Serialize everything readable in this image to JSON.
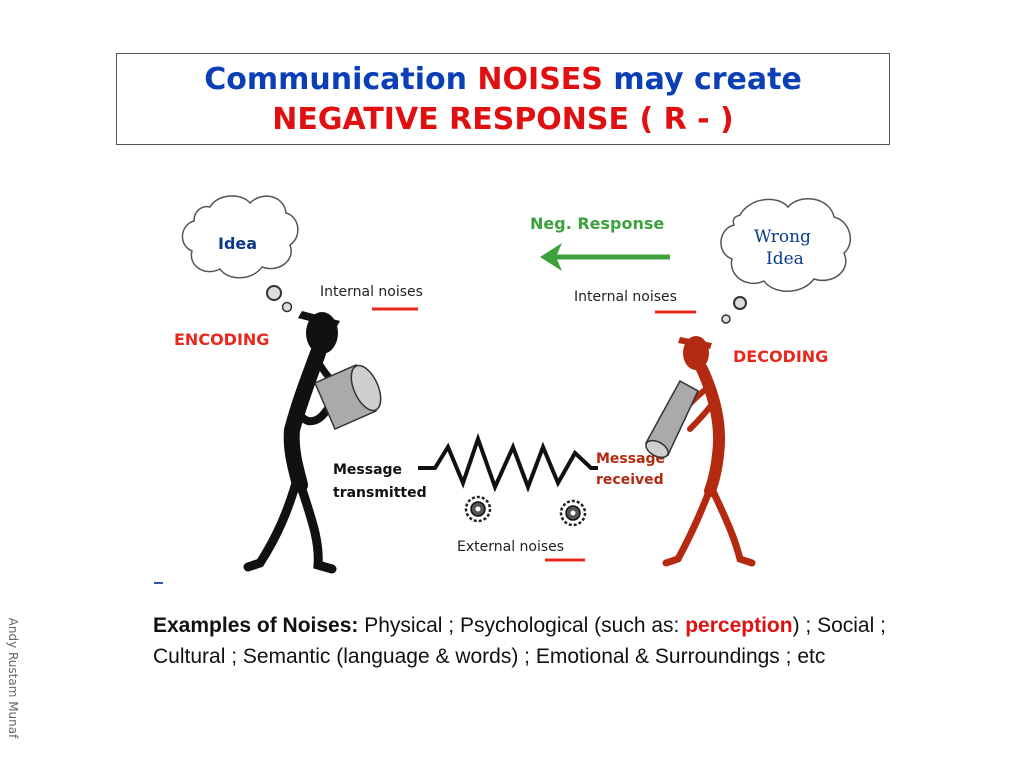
{
  "title": {
    "part1": "Communication",
    "part2": "NOISES",
    "part3": "may create",
    "line2": "NEGATIVE RESPONSE ( R - )"
  },
  "diagram": {
    "idea": "Idea",
    "wrong_idea_line1": "Wrong",
    "wrong_idea_line2": "Idea",
    "neg_response": "Neg. Response",
    "internal_noises_left": "Internal noises",
    "internal_noises_right": "Internal noises",
    "encoding": "ENCODING",
    "decoding": "DECODING",
    "message_transmitted_line1": "Message",
    "message_transmitted_line2": "transmitted",
    "message_received_line1": "Message",
    "message_received_line2": "received",
    "external_noises": "External noises"
  },
  "examples": {
    "label": "Examples of Noises:",
    "text1": " Physical ; Psychological (such as: ",
    "highlight": "perception",
    "text2": ") ; Social ; Cultural ; Semantic (language & words) ; Emotional & Surroundings ; etc"
  },
  "author": "Andy Rustam Munaf",
  "colors": {
    "title_blue": "#0a3fb5",
    "title_red": "#e01010",
    "encode_red": "#e8281c",
    "arrow_green": "#3da23d",
    "receiver_red": "#b32a10"
  }
}
